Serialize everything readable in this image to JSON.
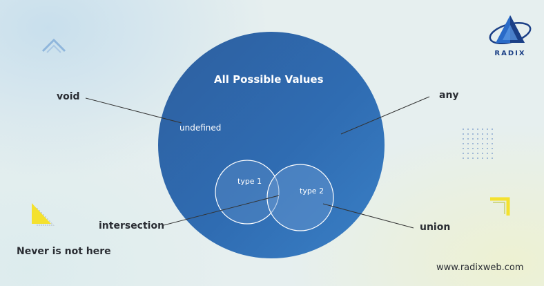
{
  "diagram": {
    "title": "All Possible Values",
    "outer_set": "undefined",
    "set_a": "type 1",
    "set_b": "type 2"
  },
  "callouts": {
    "void": "void",
    "any": "any",
    "intersection": "intersection",
    "union": "union",
    "never_note": "Never is not here"
  },
  "branding": {
    "logo_text": "RADIX",
    "website": "www.radixweb.com"
  },
  "colors": {
    "big_circle": "#2f6cb2",
    "circle_fill": "#5c8ec8",
    "accent_yellow": "#f4e12e",
    "logo_blue": "#1b3f86"
  }
}
